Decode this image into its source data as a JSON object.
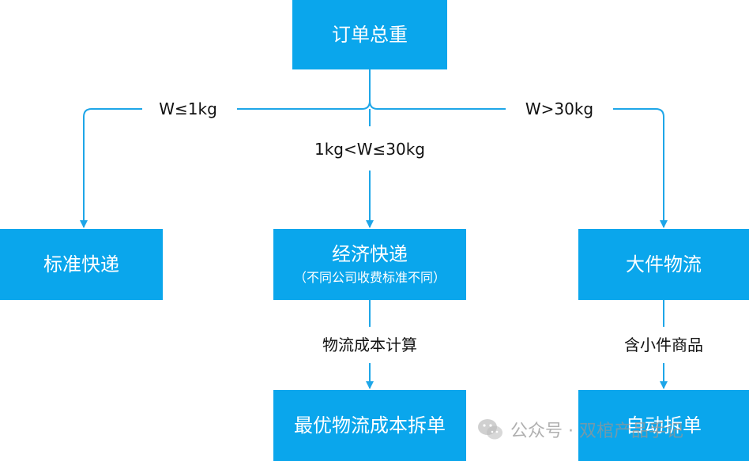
{
  "colors": {
    "node_fill": "#0aa6ec",
    "connector": "#1ea6e8",
    "node_text": "#ffffff",
    "label_text": "#111111"
  },
  "nodes": {
    "root": {
      "title": "订单总重"
    },
    "standard": {
      "title": "标准快递"
    },
    "economy": {
      "title": "经济快递",
      "subtitle": "（不同公司收费标准不同）"
    },
    "bulky": {
      "title": "大件物流"
    },
    "optimal": {
      "title": "最优物流成本拆单"
    },
    "auto_split": {
      "title": "自动拆单"
    }
  },
  "edges": {
    "left_condition": "W≤1kg",
    "middle_condition": "1kg<W≤30kg",
    "right_condition": "W>30kg",
    "economy_to_optimal": "物流成本计算",
    "bulky_to_auto": "含小件商品"
  },
  "watermark": {
    "icon": "wechat-icon",
    "text": "公众号 · 双棺产品手记"
  }
}
